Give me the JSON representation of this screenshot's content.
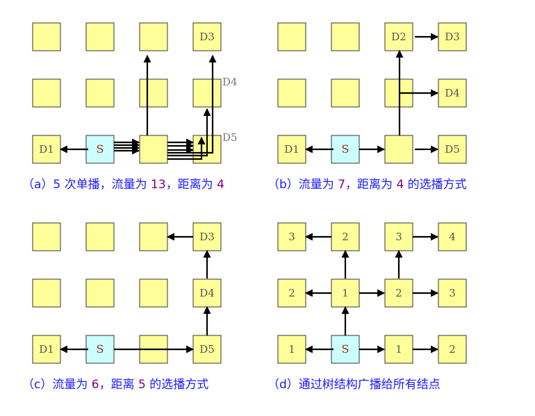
{
  "colors": {
    "node": "#ffff99",
    "source": "#ccffff",
    "caption": "#1a1aff",
    "highlight": "#800080"
  },
  "panels": [
    {
      "id": "a",
      "nodes": [
        {
          "id": "a00",
          "label": ""
        },
        {
          "id": "a01",
          "label": ""
        },
        {
          "id": "a02",
          "label": ""
        },
        {
          "id": "a03",
          "label": "D3"
        },
        {
          "id": "a10",
          "label": ""
        },
        {
          "id": "a11",
          "label": ""
        },
        {
          "id": "a12",
          "label": ""
        },
        {
          "id": "a13",
          "label": ""
        },
        {
          "id": "a20",
          "label": "D1"
        },
        {
          "id": "a21",
          "label": "S",
          "source": true
        },
        {
          "id": "a22",
          "label": ""
        },
        {
          "id": "a23",
          "label": ""
        }
      ],
      "side_labels": [
        "D4",
        "D5"
      ],
      "caption": [
        {
          "t": "（a）5 次单播，流量为 "
        },
        {
          "t": "13",
          "num": true
        },
        {
          "t": "，距离为 "
        },
        {
          "t": "4",
          "num": true
        }
      ]
    },
    {
      "id": "b",
      "nodes": [
        {
          "id": "b00",
          "label": ""
        },
        {
          "id": "b01",
          "label": ""
        },
        {
          "id": "b02",
          "label": "D2"
        },
        {
          "id": "b03",
          "label": "D3"
        },
        {
          "id": "b10",
          "label": ""
        },
        {
          "id": "b11",
          "label": ""
        },
        {
          "id": "b12",
          "label": ""
        },
        {
          "id": "b13",
          "label": "D4"
        },
        {
          "id": "b20",
          "label": "D1"
        },
        {
          "id": "b21",
          "label": "S",
          "source": true
        },
        {
          "id": "b22",
          "label": ""
        },
        {
          "id": "b23",
          "label": "D5"
        }
      ],
      "caption": [
        {
          "t": "（b）流量为 "
        },
        {
          "t": "7",
          "num": true
        },
        {
          "t": "，距离为 "
        },
        {
          "t": "4",
          "num": true
        },
        {
          "t": " 的选播方式"
        }
      ]
    },
    {
      "id": "c",
      "nodes": [
        {
          "id": "c00",
          "label": ""
        },
        {
          "id": "c01",
          "label": ""
        },
        {
          "id": "c02",
          "label": ""
        },
        {
          "id": "c03",
          "label": "D3"
        },
        {
          "id": "c10",
          "label": ""
        },
        {
          "id": "c11",
          "label": ""
        },
        {
          "id": "c12",
          "label": ""
        },
        {
          "id": "c13",
          "label": "D4"
        },
        {
          "id": "c20",
          "label": "D1"
        },
        {
          "id": "c21",
          "label": "S",
          "source": true
        },
        {
          "id": "c22",
          "label": ""
        },
        {
          "id": "c23",
          "label": "D5"
        }
      ],
      "caption": [
        {
          "t": "（c）流量为 "
        },
        {
          "t": "6",
          "num": true
        },
        {
          "t": "，距离 "
        },
        {
          "t": "5",
          "num": true
        },
        {
          "t": " 的选播方式"
        }
      ]
    },
    {
      "id": "d",
      "nodes": [
        {
          "id": "d00",
          "label": "3"
        },
        {
          "id": "d01",
          "label": "2"
        },
        {
          "id": "d02",
          "label": "3"
        },
        {
          "id": "d03",
          "label": "4"
        },
        {
          "id": "d10",
          "label": "2"
        },
        {
          "id": "d11",
          "label": "1"
        },
        {
          "id": "d12",
          "label": "2"
        },
        {
          "id": "d13",
          "label": "3"
        },
        {
          "id": "d20",
          "label": "1"
        },
        {
          "id": "d21",
          "label": "S",
          "source": true
        },
        {
          "id": "d22",
          "label": "1"
        },
        {
          "id": "d23",
          "label": "2"
        }
      ],
      "caption": [
        {
          "t": "（d）通过树结构广播给所有结点"
        }
      ]
    }
  ]
}
